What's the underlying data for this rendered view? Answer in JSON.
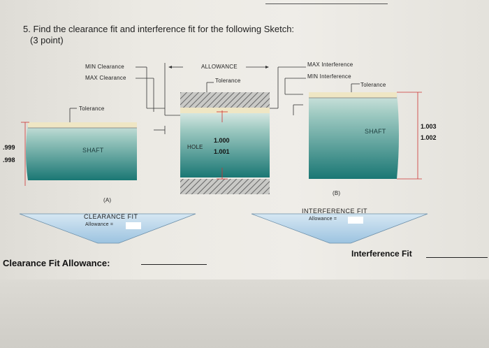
{
  "question": {
    "title": "5. Find the clearance fit and interference fit for the following Sketch:",
    "points": "(3 point)"
  },
  "left_diagram": {
    "min_clearance": "MIN Clearance",
    "max_clearance": "MAX Clearance",
    "tolerance": "Tolerance",
    "shaft": "SHAFT",
    "dim_top": ".999",
    "dim_bottom": ".998",
    "caption": "(A)",
    "arrow_title": "CLEARANCE FIT",
    "arrow_sub": "Allowance ="
  },
  "center_diagram": {
    "allowance": "ALLOWANCE",
    "tolerance": "Tolerance",
    "hole": "HOLE",
    "dim_top": "1.000",
    "dim_bottom": "1.001"
  },
  "right_diagram": {
    "max_interference": "MAX Interference",
    "min_interference": "MIN Interference",
    "tolerance": "Tolerance",
    "shaft": "SHAFT",
    "dim_top": "1.003",
    "dim_bottom": "1.002",
    "caption": "(B)",
    "arrow_title": "INTERFERENCE FIT",
    "arrow_sub": "Allowance ="
  },
  "answers": {
    "clearance_label": "Clearance Fit Allowance:",
    "interference_label": "Interference Fit"
  },
  "colors": {
    "shaft_top": "#cfe2dd",
    "shaft_bottom": "#1c7a78",
    "hatch": "#6a6a6a",
    "arrow_fill": "#b8d4ea",
    "tolerance_band": "#efe6c4"
  }
}
